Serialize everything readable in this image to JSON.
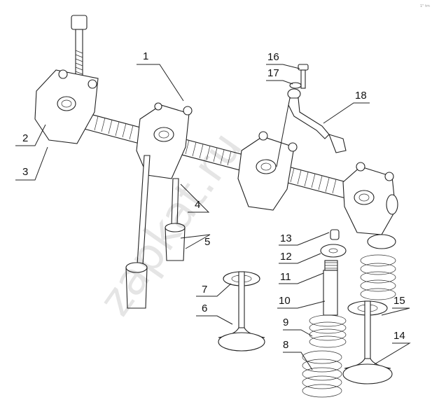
{
  "corner_mark": "1\" tm",
  "watermark": "zapkat.ru",
  "callouts": [
    "1",
    "2",
    "3",
    "4",
    "5",
    "6",
    "7",
    "8",
    "9",
    "10",
    "11",
    "12",
    "13",
    "14",
    "15",
    "16",
    "17",
    "18"
  ]
}
